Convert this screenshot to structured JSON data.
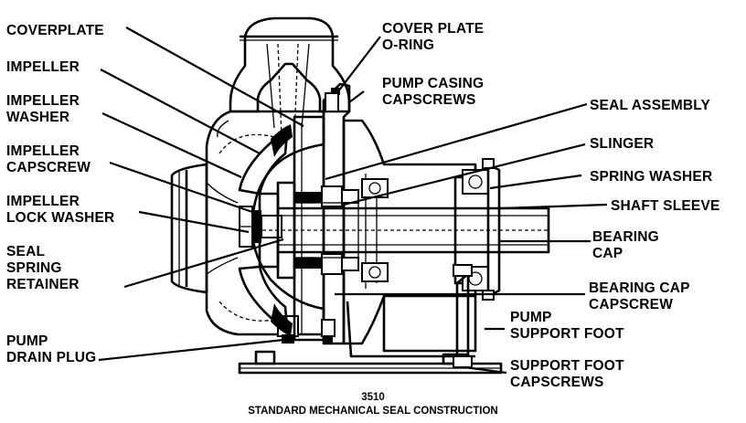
{
  "labels": {
    "coverplate": "COVERPLATE",
    "impeller": "IMPELLER",
    "impeller_washer_1": "IMPELLER",
    "impeller_washer_2": "WASHER",
    "impeller_capscrew_1": "IMPELLER",
    "impeller_capscrew_2": "CAPSCREW",
    "impeller_lock_washer_1": "IMPELLER",
    "impeller_lock_washer_2": "LOCK WASHER",
    "seal_spring_retainer_1": "SEAL",
    "seal_spring_retainer_2": "SPRING",
    "seal_spring_retainer_3": "RETAINER",
    "pump_drain_plug_1": "PUMP",
    "pump_drain_plug_2": "DRAIN PLUG",
    "cover_plate_oring_1": "COVER PLATE",
    "cover_plate_oring_2": "O-RING",
    "pump_casing_capscrews_1": "PUMP CASING",
    "pump_casing_capscrews_2": "CAPSCREWS",
    "seal_assembly": "SEAL ASSEMBLY",
    "slinger": "SLINGER",
    "spring_washer": "SPRING WASHER",
    "shaft_sleeve": "SHAFT SLEEVE",
    "bearing_cap_1": "BEARING",
    "bearing_cap_2": "CAP",
    "bearing_cap_capscrew_1": "BEARING CAP",
    "bearing_cap_capscrew_2": "CAPSCREW",
    "pump_support_foot_1": "PUMP",
    "pump_support_foot_2": "SUPPORT FOOT",
    "support_foot_capscrews_1": "SUPPORT FOOT",
    "support_foot_capscrews_2": "CAPSCREWS"
  },
  "caption": {
    "number": "3510",
    "title": "STANDARD MECHANICAL SEAL CONSTRUCTION"
  }
}
